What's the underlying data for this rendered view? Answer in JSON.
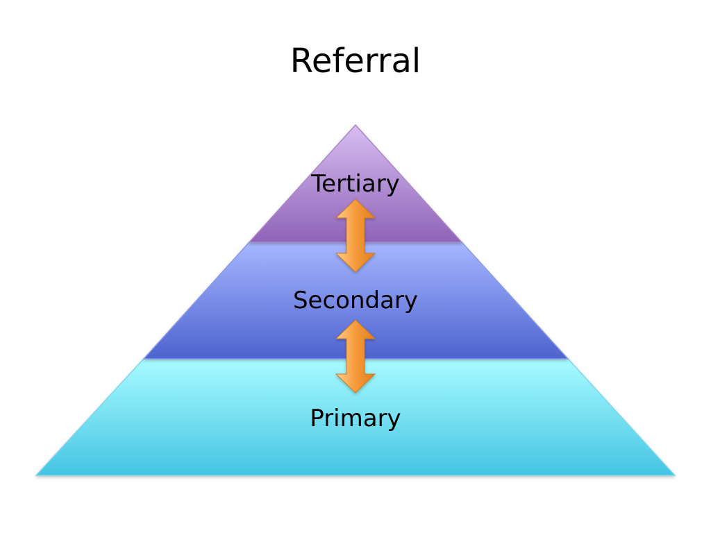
{
  "slide": {
    "title": "Referral"
  },
  "pyramid": {
    "tiers": [
      {
        "label": "Tertiary",
        "icon": "tier-top-triangle",
        "color_top": "#d8bdf2",
        "color_bottom": "#8f63b8"
      },
      {
        "label": "Secondary",
        "icon": "tier-middle-trapezoid",
        "color_top": "#a6b6ff",
        "color_bottom": "#4e63cf"
      },
      {
        "label": "Primary",
        "icon": "tier-bottom-trapezoid",
        "color_top": "#a8fbff",
        "color_bottom": "#45c4e3"
      }
    ],
    "arrows": [
      {
        "icon": "double-headed-arrow-icon",
        "color": "#f59a3a"
      },
      {
        "icon": "double-headed-arrow-icon",
        "color": "#f59a3a"
      }
    ]
  }
}
